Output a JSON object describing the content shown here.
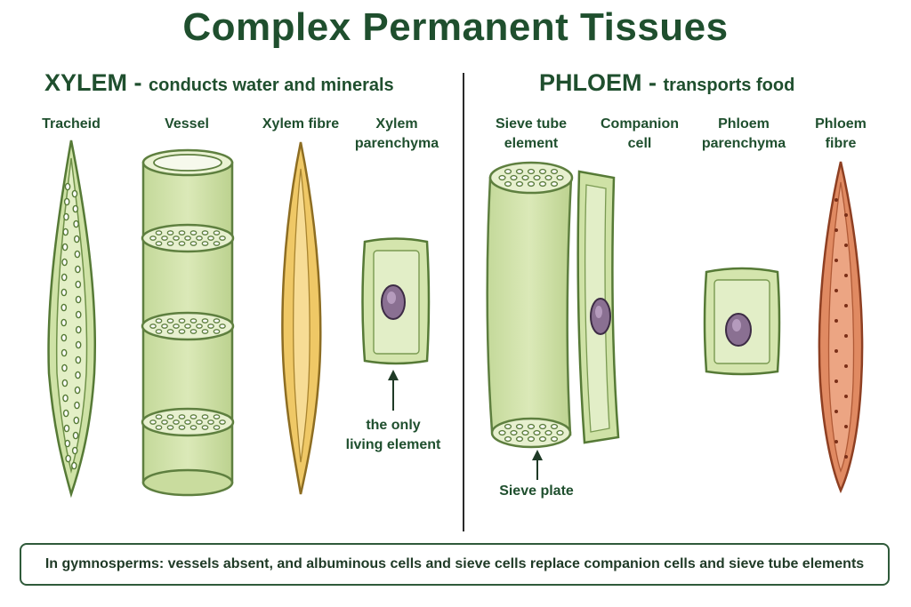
{
  "title": "Complex Permanent Tissues",
  "xylem": {
    "heading": "XYLEM",
    "dash": " - ",
    "description": "conducts water and minerals",
    "elements": [
      {
        "label_line1": "Tracheid",
        "label_line2": ""
      },
      {
        "label_line1": "Vessel",
        "label_line2": ""
      },
      {
        "label_line1": "Xylem fibre",
        "label_line2": ""
      },
      {
        "label_line1": "Xylem",
        "label_line2": "parenchyma"
      }
    ],
    "note_line1": "the only",
    "note_line2": "living element"
  },
  "phloem": {
    "heading": "PHLOEM",
    "dash": " - ",
    "description": "transports food",
    "elements": [
      {
        "label_line1": "Sieve tube",
        "label_line2": "element"
      },
      {
        "label_line1": "Companion",
        "label_line2": "cell"
      },
      {
        "label_line1": "Phloem",
        "label_line2": "parenchyma"
      },
      {
        "label_line1": "Phloem",
        "label_line2": "fibre"
      }
    ],
    "note": "Sieve plate"
  },
  "footer": "In gymnosperms: vessels absent, and albuminous cells and sieve cells replace companion cells and sieve tube elements",
  "colors": {
    "title_green": "#1f4f2e",
    "cell_fill": "#d6e6b0",
    "cell_stroke": "#5e7f3f",
    "fibre_yellow": "#efc866",
    "phloem_fibre": "#e08a62",
    "nucleus": "#8a7092"
  }
}
